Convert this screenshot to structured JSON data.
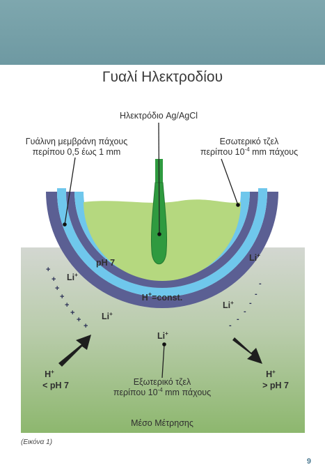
{
  "title": "Γυαλί Ηλεκτροδίου",
  "labels": {
    "electrode": "Ηλεκτρόδιο Ag/AgCl",
    "membrane_line1": "Γυάλινη μεμβράνη πάχους",
    "membrane_line2": "περίπου 0,5 έως 1 mm",
    "inner_gel_line1": "Εσωτερικό τζελ",
    "inner_gel_line2_pre": "περίπου 10",
    "inner_gel_exp": "-4",
    "inner_gel_line2_post": " mm πάχους",
    "outer_gel_line1": "Εξωτερικό τζελ",
    "outer_gel_line2_pre": "περίπου 10",
    "outer_gel_exp": "-4",
    "outer_gel_line2_post": " mm πάχους",
    "ph7": "pH 7",
    "h_const_base": "H",
    "h_const_sup": "+",
    "h_const_rest": "=const.",
    "li_base": "Li",
    "li_sup": "+",
    "h_base": "H",
    "h_sup": "+",
    "lt_ph7": "< pH 7",
    "gt_ph7": "> pH 7",
    "medium": "Μέσο Μέτρησης"
  },
  "caption": "(Εικόνα 1)",
  "page_number": "9",
  "colors": {
    "header": "#7ea7ae",
    "inner_solution": "#b4d77f",
    "inner_gel": "#6cc6ec",
    "membrane": "#5a5e92",
    "electrode": "#2f9a3f",
    "medium_top": "#d2d6d0",
    "medium_bottom": "#8fb870"
  }
}
